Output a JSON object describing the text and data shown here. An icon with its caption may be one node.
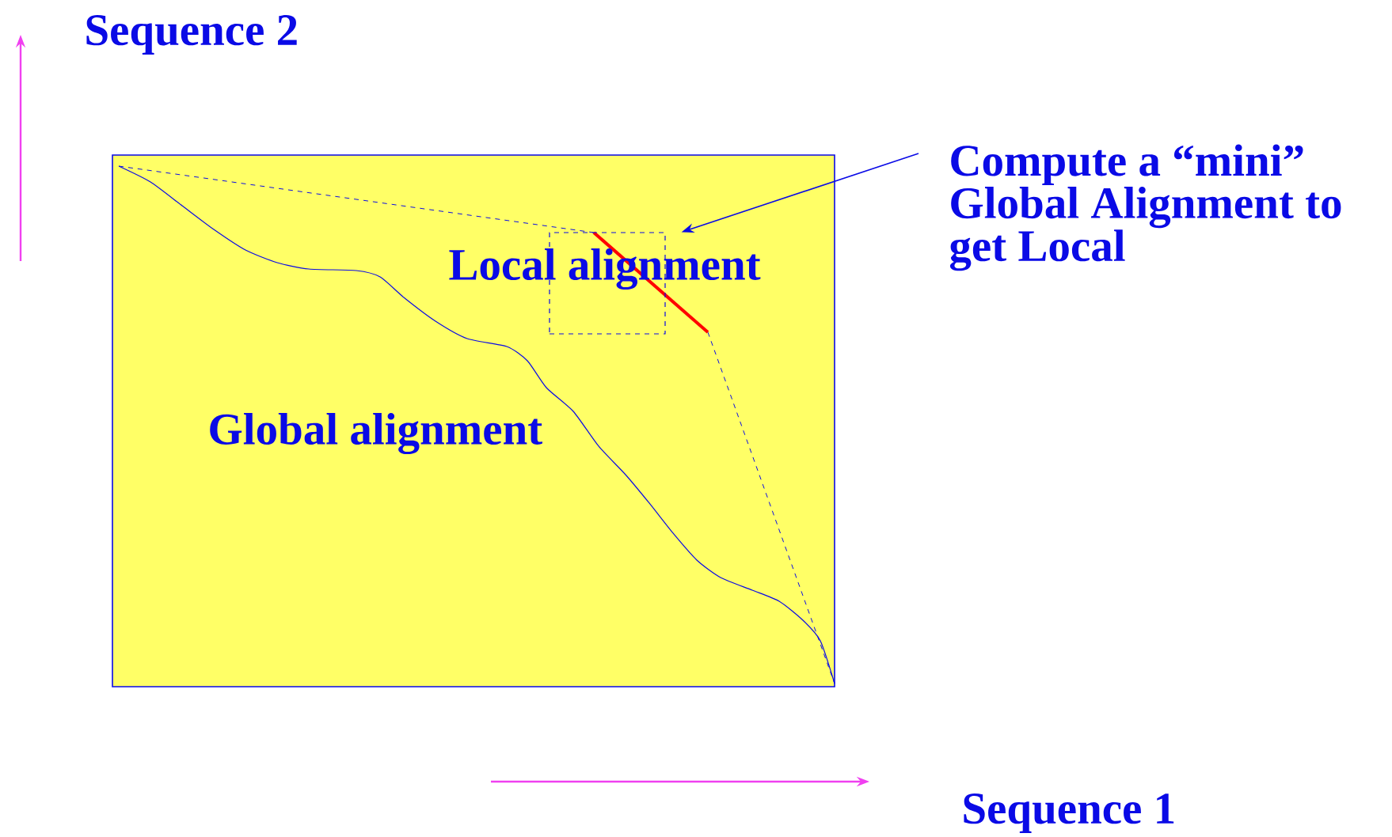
{
  "diagram": {
    "nodes": [
      {
        "text": [
          "Compute a “mini” Global Alignment to get Local"
        ]
      },
      {
        "text": [],
        "shape": "box"
      }
    ],
    "edges": [
      {
        "from": 0,
        "to": 1,
        "arrow": "to"
      }
    ],
    "labels": [
      "Sequence 2",
      "Local alignment",
      "Global alignment",
      "Sequence 1"
    ]
  }
}
